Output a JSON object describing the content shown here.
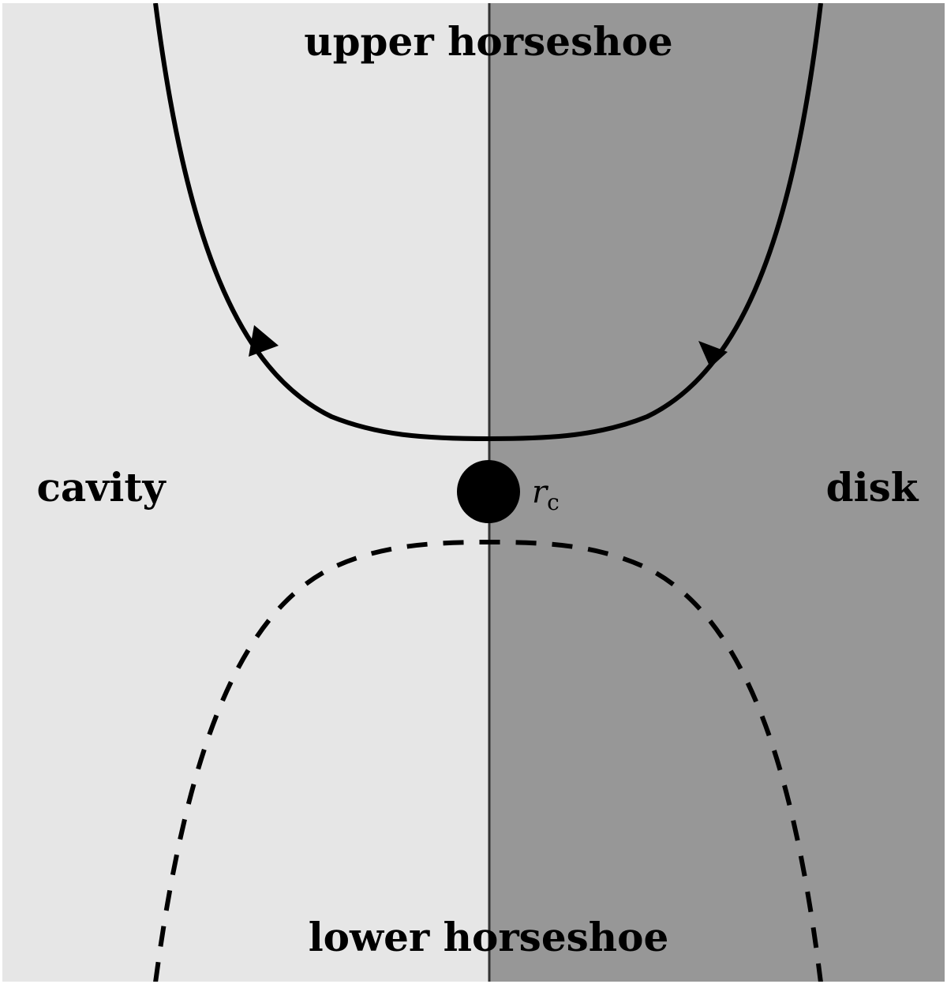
{
  "labels": {
    "upper": "upper horseshoe",
    "lower": "lower horseshoe",
    "cavity": "cavity",
    "disk": "disk",
    "radius_symbol": "r",
    "radius_subscript": "c"
  },
  "colors": {
    "cavity_region": "#e6e6e6",
    "disk_region": "#979797",
    "boundary_line": "#333333",
    "curves": "#000000",
    "border": "#ffffff"
  }
}
